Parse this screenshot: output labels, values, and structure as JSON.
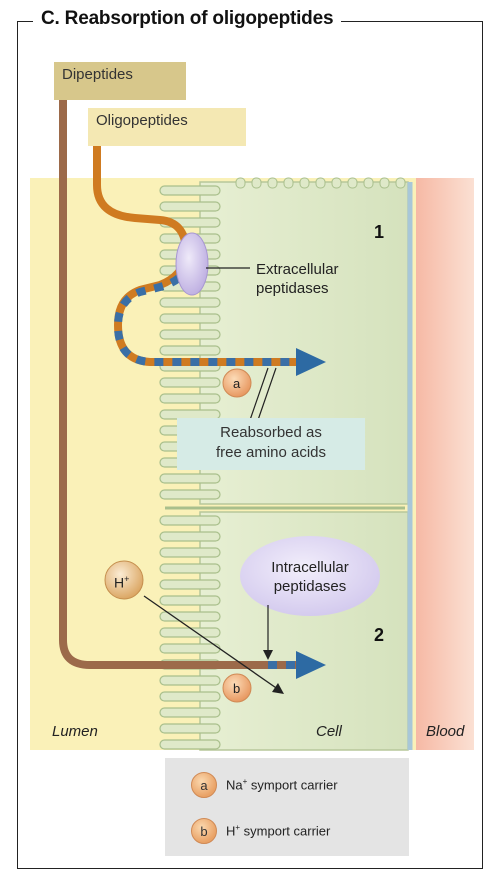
{
  "title": "C.  Reabsorption of oligopeptides",
  "labels": {
    "dipeptides": "Dipeptides",
    "oligopeptides": "Oligopeptides",
    "extracellular_line1": "Extracellular",
    "extracellular_line2": "peptidases",
    "reabsorbed_line1": "Reabsorbed as",
    "reabsorbed_line2": "free amino acids",
    "intracellular_line1": "Intracellular",
    "intracellular_line2": "peptidases",
    "cell_1": "1",
    "cell_2": "2",
    "h_ion": "H",
    "h_sup": "+",
    "carrier_a": "a",
    "carrier_b": "b",
    "lumen": "Lumen",
    "cell": "Cell",
    "blood": "Blood"
  },
  "legend": [
    {
      "key": "a",
      "text": "Na",
      "sup": "+",
      "rest": " symport carrier"
    },
    {
      "key": "b",
      "text": "H",
      "sup": "+",
      "rest": " symport carrier"
    }
  ],
  "colors": {
    "lumen": "#faf1b8",
    "cell": "#dfe9c9",
    "blood": "#f6b9a5",
    "dipeptide_path": "#9c6a4a",
    "oligopeptide_path": "#cf7b21",
    "amino_acid_dash": "#3a6fa6",
    "peptidase": "#c6b8e4"
  }
}
